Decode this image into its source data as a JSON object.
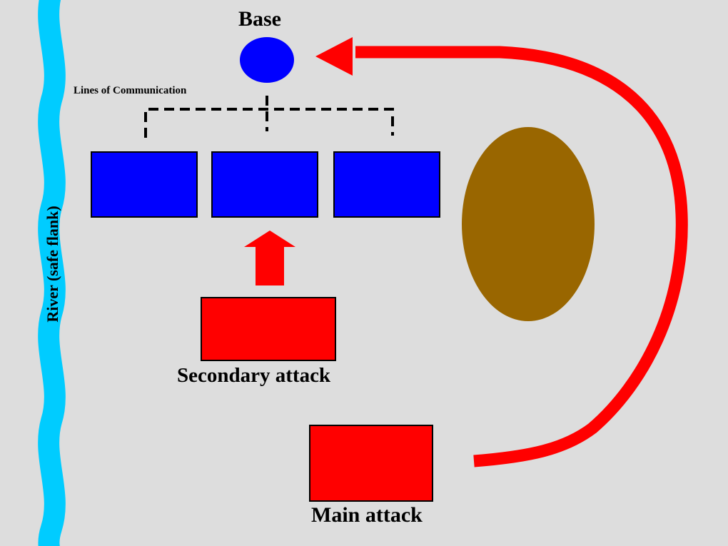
{
  "labels": {
    "base": "Base",
    "lines_of_communication": "Lines of Communication",
    "secondary_attack": "Secondary attack",
    "main_attack": "Main attack",
    "river": "River (safe flank)"
  },
  "colors": {
    "background": "#dddddd",
    "river": "#00ccff",
    "friendly_unit": "#0000ff",
    "enemy_attack": "#ff0000",
    "terrain_obstacle": "#996600",
    "communication_line": "#000000"
  }
}
